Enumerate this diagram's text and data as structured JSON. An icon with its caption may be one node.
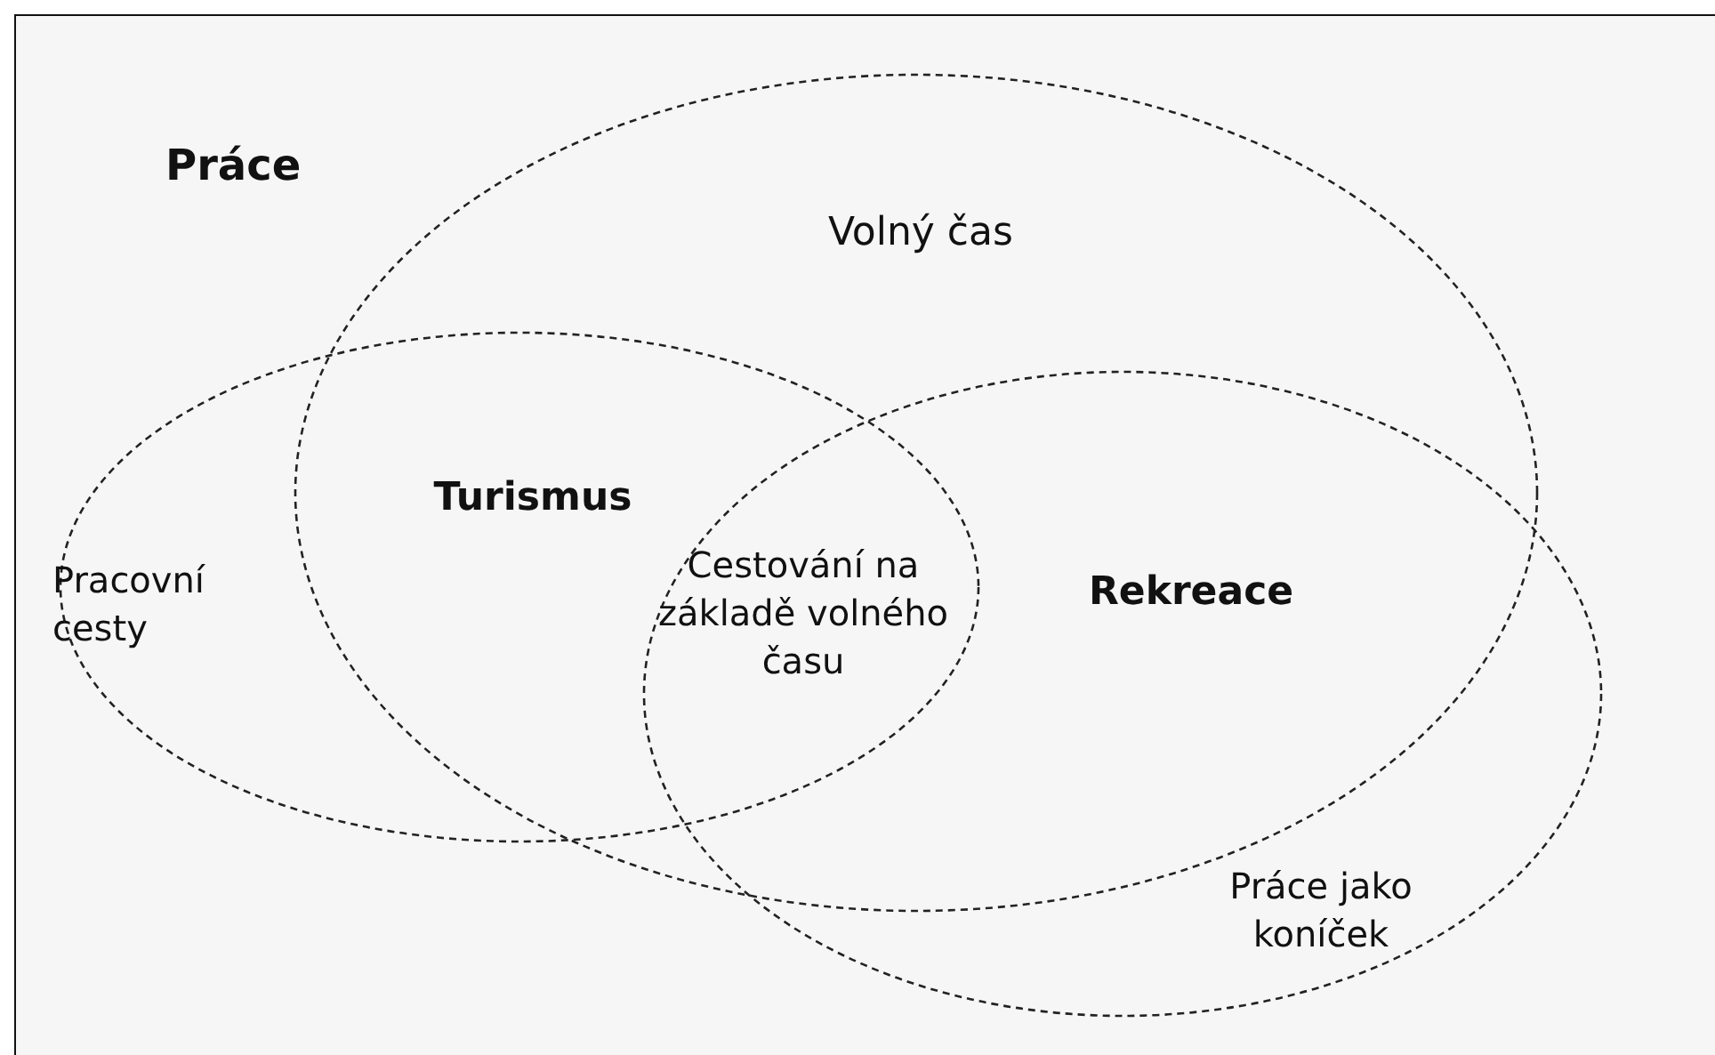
{
  "diagram": {
    "nodes": [
      {
        "text": [
          "Práce"
        ]
      },
      {
        "text": [
          "Volný čas"
        ],
        "in": 0
      },
      {
        "text": [
          "Turismus"
        ],
        "in": 0
      },
      {
        "text": [
          "Rekreace"
        ],
        "in": 0
      }
    ],
    "labels": [
      "Pracovní cesty",
      "Cestování na základě volného času",
      "Práce jako koníček"
    ]
  }
}
